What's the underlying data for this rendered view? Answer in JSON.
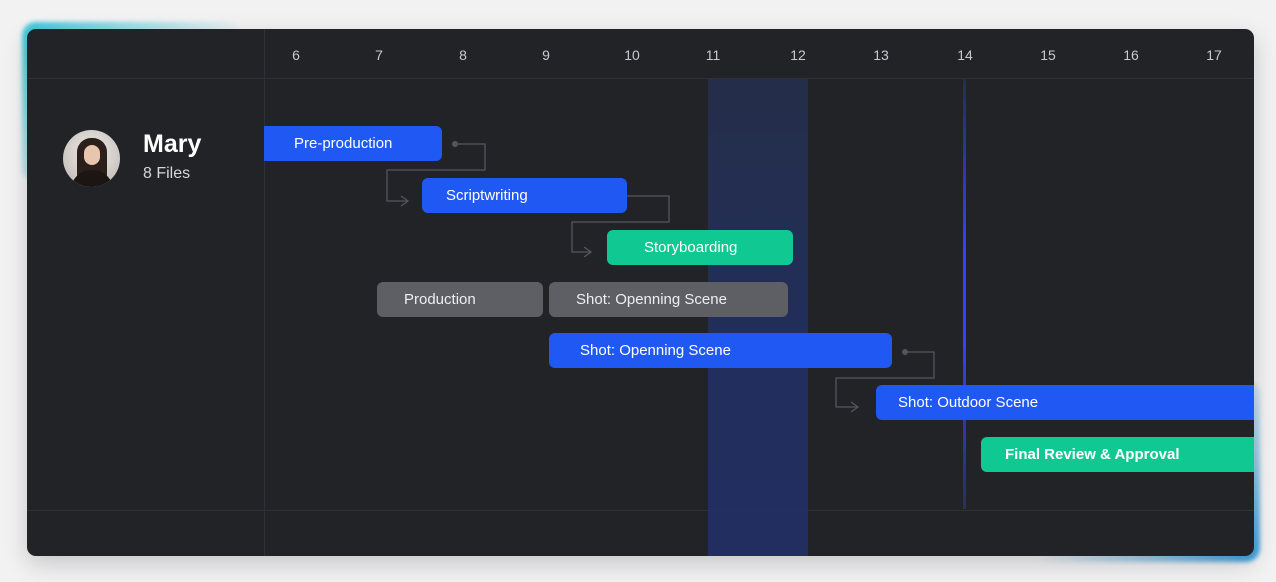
{
  "timeline": {
    "days": [
      "6",
      "7",
      "8",
      "9",
      "10",
      "11",
      "12",
      "13",
      "14",
      "15",
      "16",
      "17"
    ]
  },
  "user": {
    "name": "Mary",
    "files": "8 Files"
  },
  "tasks": [
    {
      "label": "Pre-production",
      "color": "#2058f3"
    },
    {
      "label": "Scriptwriting",
      "color": "#2058f3"
    },
    {
      "label": "Storyboarding",
      "color": "#10c992"
    },
    {
      "label": "Production",
      "color": "#5e5f64"
    },
    {
      "label": "Shot: Openning Scene",
      "color": "#5e5f64"
    },
    {
      "label": "Shot: Openning Scene",
      "color": "#2058f3"
    },
    {
      "label": "Shot: Outdoor Scene",
      "color": "#2058f3"
    },
    {
      "label": "Final Review & Approval",
      "color": "#10c992"
    }
  ]
}
